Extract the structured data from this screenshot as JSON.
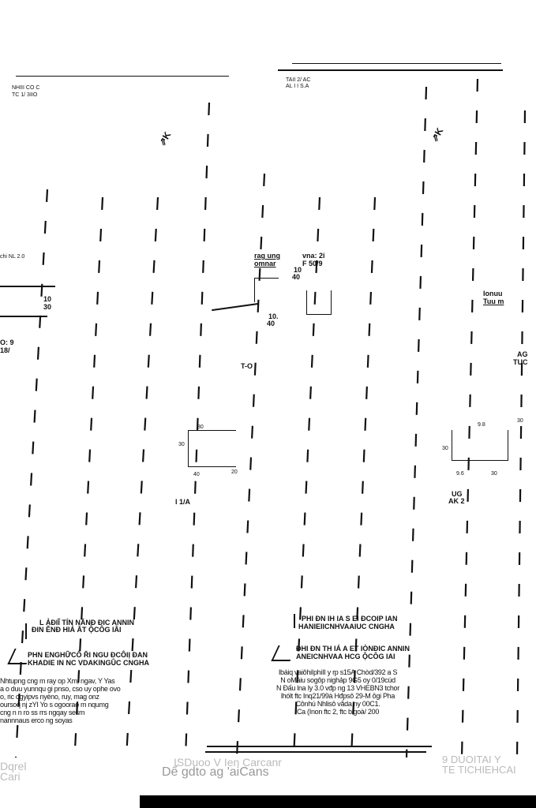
{
  "header": {
    "left_code": [
      "NHIII CO C",
      "TC 1/ 3IIO"
    ],
    "right_code": [
      "TAII 2/ AC",
      "AL I I S.A"
    ]
  },
  "sketch_labels": {
    "left_top": "chi  NL 2.0",
    "left_mid": "10",
    "left_mid2": "30",
    "left_bottom": [
      "O: 9",
      "18/"
    ],
    "center_top": [
      "rag ung",
      "omnar",
      "vna: 2i",
      "F 50/9"
    ],
    "dim_a": [
      "10",
      "40"
    ],
    "dim_b": [
      "10.",
      "40"
    ],
    "center_mark": "T-O",
    "center_box_dims": [
      "30",
      "40",
      "30",
      "20"
    ],
    "center_box_label": "l 1/A",
    "right_labels": [
      "Ionuu",
      "Tuu m"
    ],
    "right_code": [
      "AG",
      "TUC"
    ],
    "right_box_dims": [
      "9.8",
      "30",
      "9.6",
      "30",
      "30"
    ],
    "right_box_label": [
      "UG",
      "AK 2"
    ]
  },
  "stamps": {
    "left_1": [
      "L ẢĐIĨ TÍN NĂNĐ ĐIC ANNIN",
      "ĐIN ĔNĐ HIẢ ĂT ỘCÔG IÂI"
    ],
    "left_2": [
      "PHN ENGHỮCÔ ŘI NGU ĐCÔIỊ ĐAN",
      "KHADIE IN NC VDAKINGÛC CNGHA"
    ],
    "right_1": [
      "PHI ĐN IH IA S EI ĐCOIP IAN",
      "HANIEIICNHVAAIUC CNGHA"
    ],
    "right_2": [
      "ĐHI ĐN TH IÁ A ET IÒNĐIC ANNIN",
      "ANEICNHVAA HCG ỘCÔG IAI"
    ]
  },
  "left_paragraph": [
    "Nhtupng cng m ray op Xm; ngav, Y Yas",
    "a o duu yunnqu gi pnso, cso uy ophe ovo",
    "o, ric ogyipvs nyèno, ruy, mag onz",
    "oursoq nj zYI Yo s ogoorao m nqumg",
    "cng n n ro ss rrs ngqay sesm",
    "nannnaus erco ng soyas"
  ],
  "right_paragraph": [
    "Ibáiq vaiôhiIphiII y rp s15A Chòd/392 a S",
    "N oMáiu sogôp nighảp 9G5 oy 0/19cúd",
    "N Đấu lna Iy 3.0 vđp ng 13 VHEBN3 tchor",
    "lhólt  ftc Inq21/99à Hđpsô  29-M ôgi Pha",
    "Cônhú Nhlisô vắda ny 00C1.",
    "Ca (Inon ftc 2, ftc bigoà/ 200"
  ],
  "watermarks": {
    "left": "Dqrel Cari",
    "center": [
      "ISDuoo V Ien Carcanr",
      "Dể gdto ag 'aiCans"
    ],
    "right": [
      "9 DUOITAI Y",
      "TE TICHIEHCAI"
    ]
  }
}
